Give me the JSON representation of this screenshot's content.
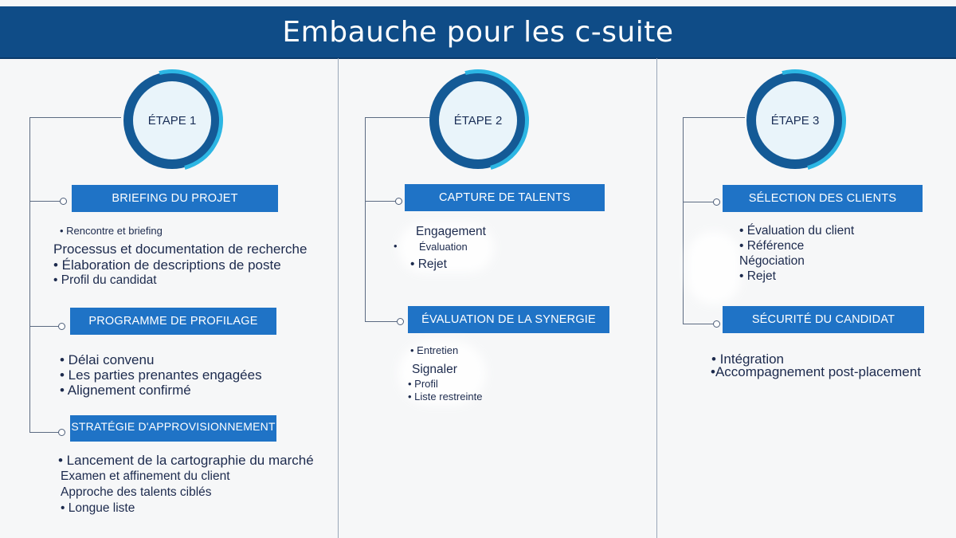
{
  "title": "Embauche pour les c-suite",
  "colors": {
    "header_bg": "#0f4c87",
    "step_box": "#1f73c6",
    "circle_outer": "#145a96",
    "circle_accent": "#2cb6e3",
    "circle_inner": "#e9f4fa"
  },
  "columns": [
    {
      "stage_label": "ÉTAPE 1",
      "steps": [
        {
          "label": "BRIEFING DU PROJET",
          "items": [
            "• Rencontre et briefing",
            "Processus et documentation de recherche",
            "• Élaboration de descriptions de poste",
            "• Profil du candidat"
          ]
        },
        {
          "label": "PROGRAMME DE PROFILAGE",
          "items": [
            "• Délai convenu",
            "• Les parties prenantes engagées",
            "• Alignement confirmé"
          ]
        },
        {
          "label": "STRATÉGIE D'APPROVISIONNEMENT",
          "items": [
            "• Lancement de la cartographie du marché",
            "Examen et affinement du client",
            "Approche des talents ciblés",
            "• Longue liste"
          ]
        }
      ]
    },
    {
      "stage_label": "ÉTAPE 2",
      "steps": [
        {
          "label": "CAPTURE DE TALENTS",
          "items": [
            "Engagement",
            "•",
            "Évaluation",
            "• Rejet"
          ]
        },
        {
          "label": "ÉVALUATION DE LA SYNERGIE",
          "items": [
            "• Entretien",
            "Signaler",
            "• Profil",
            "• Liste restreinte"
          ]
        }
      ]
    },
    {
      "stage_label": "ÉTAPE 3",
      "steps": [
        {
          "label": "SÉLECTION DES CLIENTS",
          "items": [
            "• Évaluation du client",
            "• Référence",
            "Négociation",
            "• Rejet"
          ]
        },
        {
          "label": "SÉCURITÉ DU CANDIDAT",
          "items": [
            "• Intégration",
            "•Accompagnement post-placement"
          ]
        }
      ]
    }
  ]
}
